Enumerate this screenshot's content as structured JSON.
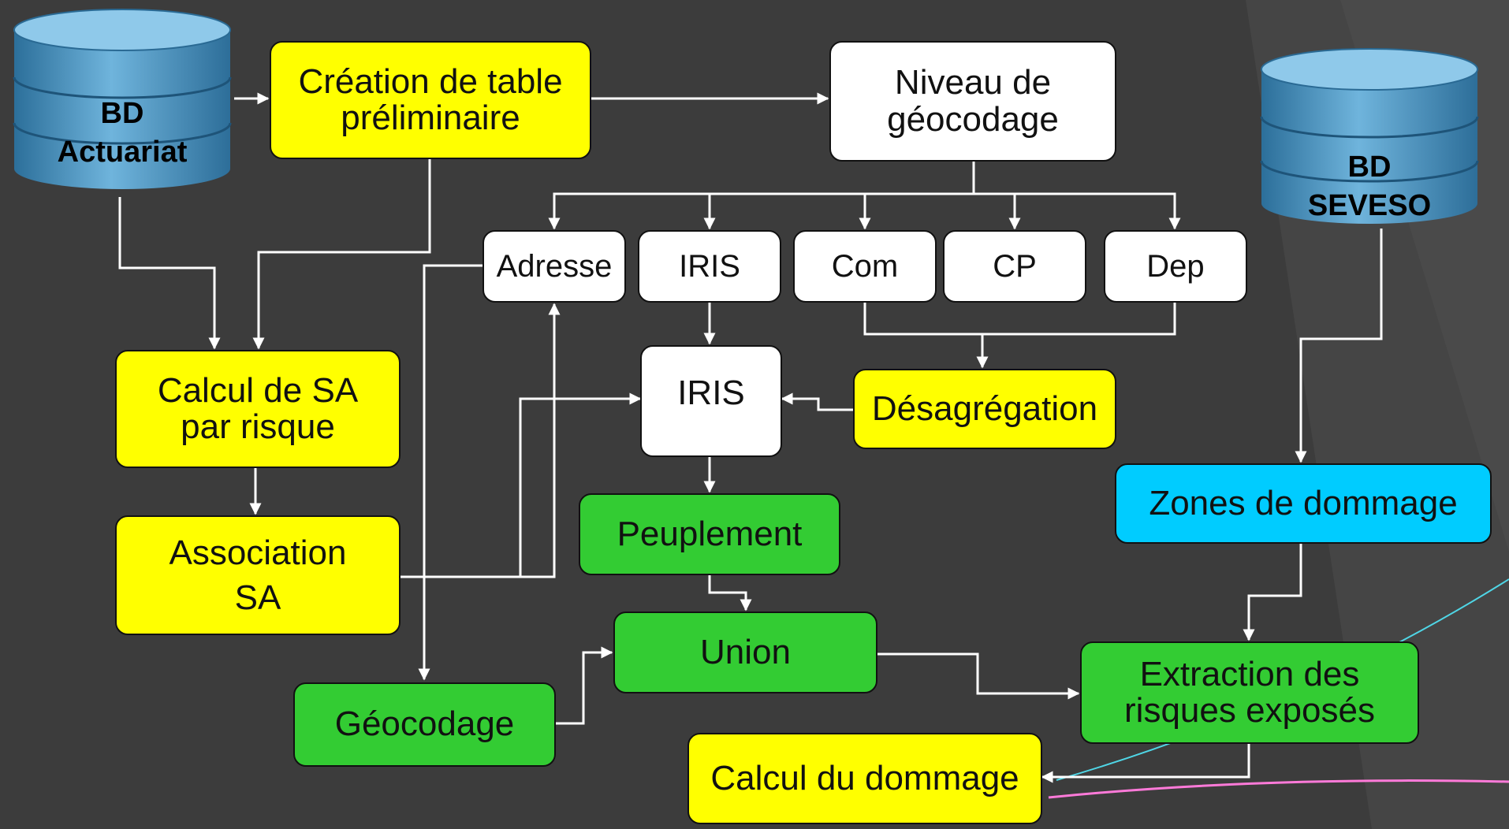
{
  "colors": {
    "background": "#3c3c3c",
    "process_yellow": "#ffff00",
    "level_white": "#ffffff",
    "step_green": "#33cc33",
    "zone_cyan": "#00ccff",
    "db_blue": "#3a86b4",
    "connector": "#ffffff"
  },
  "databases": {
    "actuariat": {
      "label": "BD\nActuariat",
      "icon": "database-cylinder-icon"
    },
    "seveso": {
      "label": "BD\nSEVESO",
      "icon": "database-cylinder-icon"
    }
  },
  "nodes": {
    "creation_table": "Création de table\npréliminaire",
    "niveau_geocodage": "Niveau de\ngéocodage",
    "adresse": "Adresse",
    "iris_level": "IRIS",
    "com": "Com",
    "cp": "CP",
    "dep": "Dep",
    "calcul_sa": "Calcul de SA\npar risque",
    "iris": "IRIS",
    "desagregation": "Désagrégation",
    "association_sa": "Association\nSA",
    "peuplement": "Peuplement",
    "union": "Union",
    "geocodage": "Géocodage",
    "zones_dommage": "Zones de dommage",
    "extraction": "Extraction des\nrisques exposés",
    "calcul_dommage": "Calcul du dommage"
  }
}
